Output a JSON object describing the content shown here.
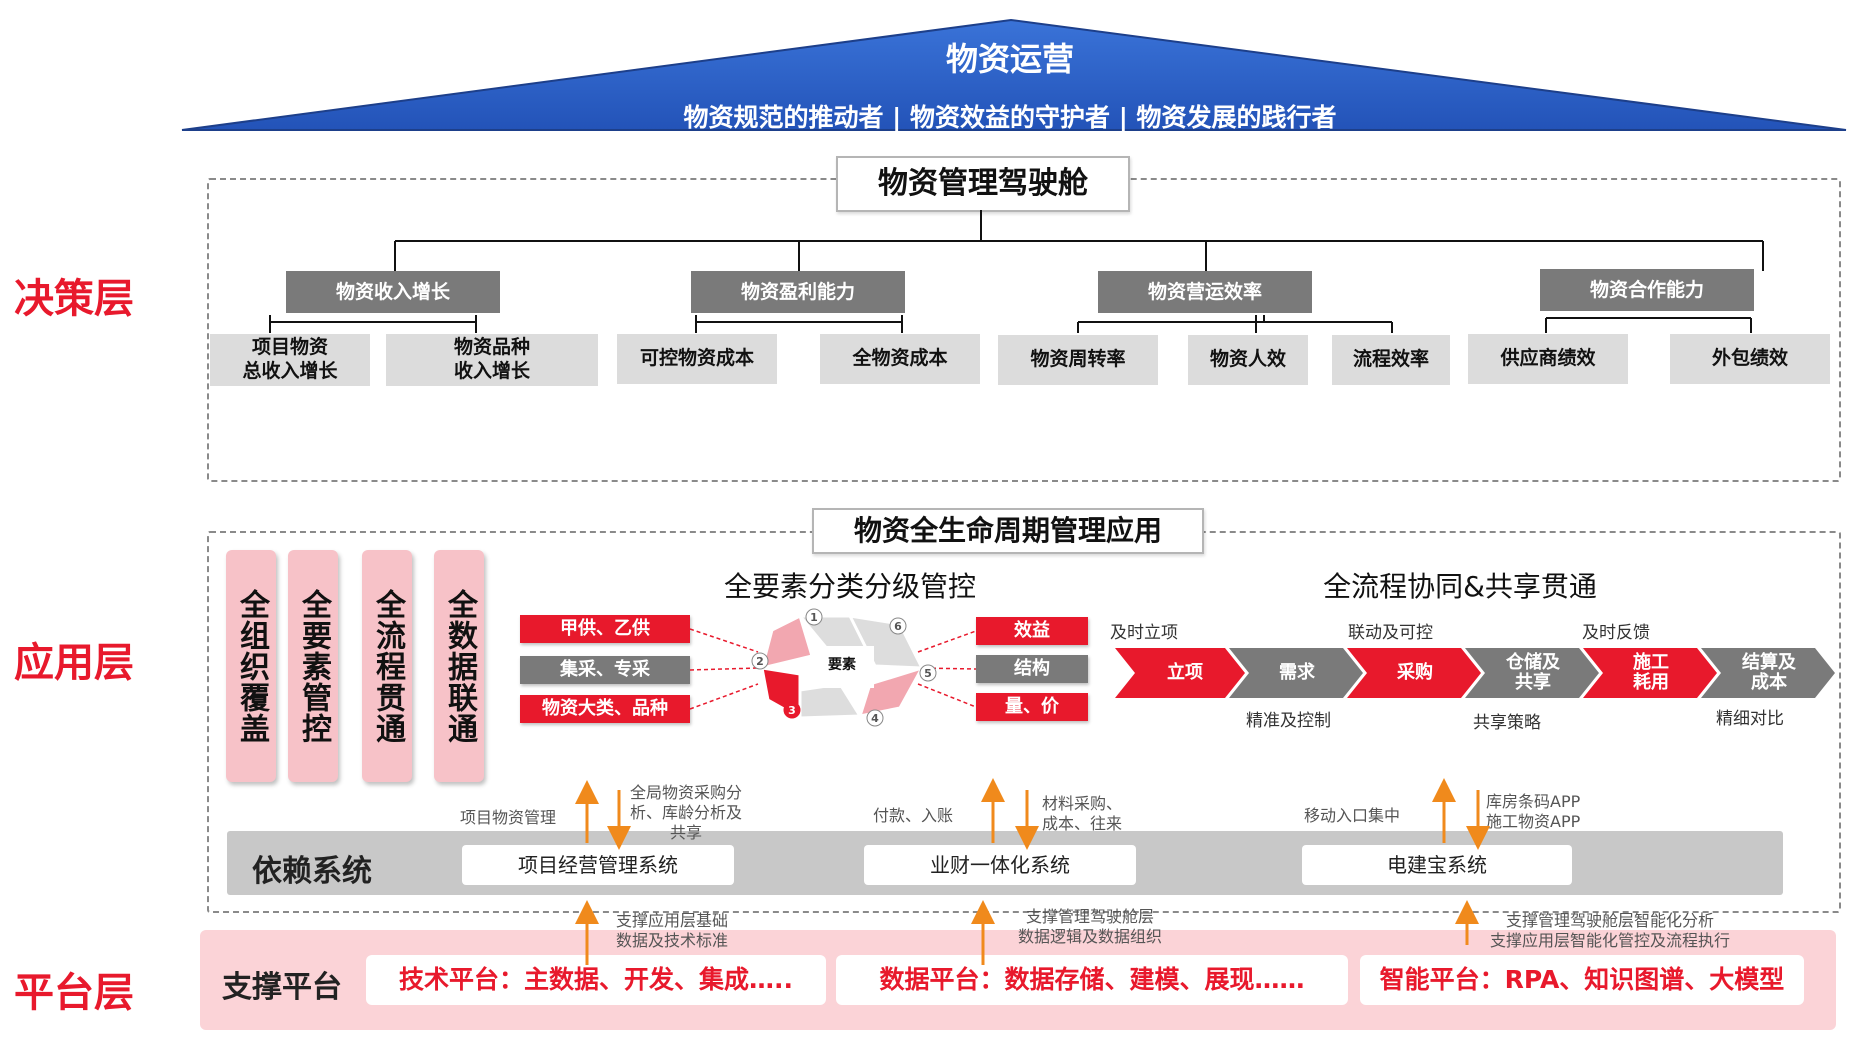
{
  "roof": {
    "title": "物资运营",
    "subtitle": "物资规范的推动者 | 物资效益的守护者 | 物资发展的践行者"
  },
  "layers": {
    "decision": "决策层",
    "application": "应用层",
    "platform": "平台层"
  },
  "decision": {
    "title": "物资管理驾驶舱",
    "groups": [
      {
        "name": "物资收入增长",
        "items": [
          "项目物资\n总收入增长",
          "物资品种\n收入增长"
        ]
      },
      {
        "name": "物资盈利能力",
        "items": [
          "可控物资成本",
          "全物资成本"
        ]
      },
      {
        "name": "物资营运效率",
        "items": [
          "物资周转率",
          "物资人效",
          "流程效率"
        ]
      },
      {
        "name": "物资合作能力",
        "items": [
          "供应商绩效",
          "外包绩效"
        ]
      }
    ]
  },
  "application": {
    "title": "物资全生命周期管理应用",
    "pillars": [
      "全组织覆盖",
      "全要素管控",
      "全流程贯通",
      "全数据联通"
    ],
    "elements": {
      "title": "全要素分类分级管控",
      "left_tags": [
        "甲供、乙供",
        "集采、专采",
        "物资大类、品种"
      ],
      "right_tags": [
        "效益",
        "结构",
        "量、价"
      ],
      "center_label": "要素",
      "numbers": [
        "1",
        "2",
        "3",
        "4",
        "5",
        "6"
      ]
    },
    "process": {
      "title": "全流程协同&共享贯通",
      "steps": [
        "立项",
        "需求",
        "采购",
        "仓储及\n共享",
        "施工\n耗用",
        "结算及\n成本"
      ],
      "top_notes": [
        "及时立项",
        "联动及可控",
        "及时反馈"
      ],
      "bottom_notes": [
        "精准及控制",
        "共享策略",
        "精细对比"
      ]
    },
    "deps": {
      "label": "依赖系统",
      "systems": [
        "项目经营管理系统",
        "业财一体化系统",
        "电建宝系统"
      ],
      "up_notes": [
        "项目物资管理",
        "付款、入账",
        "移动入口集中"
      ],
      "down_notes": [
        "全局物资采购分\n析、库龄分析及\n共享",
        "材料采购、\n成本、往来",
        "库房条码APP\n施工物资APP"
      ]
    }
  },
  "platform": {
    "label": "支撑平台",
    "boxes": [
      "技术平台：主数据、开发、集成…..",
      "数据平台：数据存储、建模、展现……",
      "智能平台：RPA、知识图谱、大模型"
    ],
    "notes": [
      "支撑应用层基础\n数据及技术标准",
      "支撑管理驾驶舱层\n数据逻辑及数据组织",
      "支撑管理驾驶舱层智能化分析\n支撑应用层智能化管控及流程执行"
    ]
  },
  "colors": {
    "red": "#e8192c",
    "grey": "#7a7a7a",
    "blue": "#2d62c8",
    "pink": "#f7c2c8",
    "orange": "#f08a1c"
  }
}
